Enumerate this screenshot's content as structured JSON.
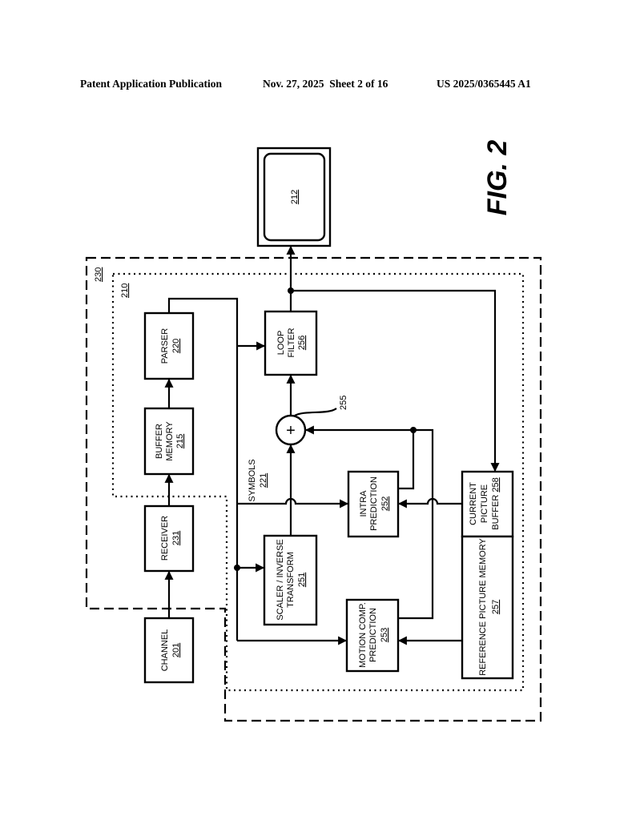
{
  "header": {
    "publication": "Patent Application Publication",
    "date_sheet": "Nov. 27, 2025  Sheet 2 of 16",
    "number": "US 2025/0365445 A1"
  },
  "figure": {
    "label": "FIG. 2",
    "regions": {
      "outer": "230",
      "inner": "210"
    },
    "display": "212",
    "adder_ref": "255",
    "symbols": {
      "line1": "SYMBOLS",
      "ref": "221"
    },
    "blocks": {
      "channel": {
        "lines": [
          "CHANNEL"
        ],
        "ref": "201"
      },
      "receiver": {
        "lines": [
          "RECEIVER"
        ],
        "ref": "231"
      },
      "buffer": {
        "lines": [
          "BUFFER",
          "MEMORY"
        ],
        "ref": "215"
      },
      "parser": {
        "lines": [
          "PARSER"
        ],
        "ref": "220"
      },
      "loop_filter": {
        "lines": [
          "LOOP",
          "FILTER"
        ],
        "ref": "256"
      },
      "scaler": {
        "lines": [
          "SCALER / INVERSE",
          "TRANSFORM"
        ],
        "ref": "251"
      },
      "intra": {
        "lines": [
          "INTRA",
          "PREDICTION"
        ],
        "ref": "252"
      },
      "motion": {
        "lines": [
          "MOTION COMP.",
          "PREDICTION"
        ],
        "ref": "253"
      },
      "current": {
        "lines": [
          "CURRENT",
          "PICTURE",
          "BUFFER"
        ],
        "ref": "258"
      },
      "reference": {
        "lines": [
          "REFERENCE PICTURE MEMORY"
        ],
        "ref": "257"
      }
    },
    "adder_symbol": "+"
  }
}
